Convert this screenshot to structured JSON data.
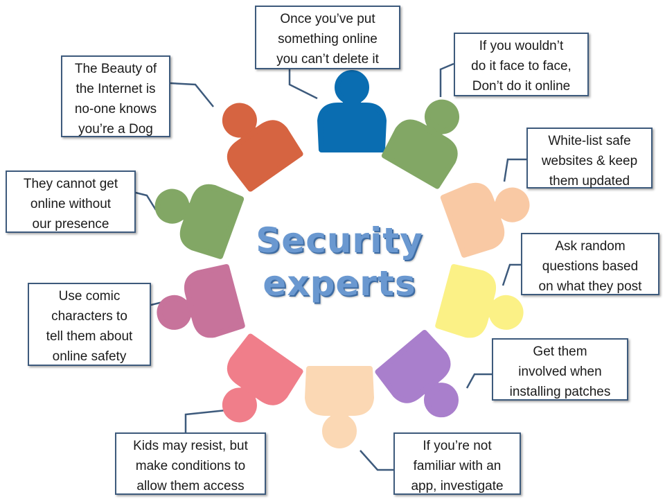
{
  "title": {
    "line1": "Security",
    "line2": "experts"
  },
  "colors": {
    "blue": "#0a6db1",
    "green": "#82a765",
    "peach": "#f9c9a4",
    "yellow": "#fbf186",
    "purple": "#a97fcc",
    "light_peach": "#fbd8b4",
    "pink": "#f07e8a",
    "magenta": "#c7739b",
    "orange": "#d66441",
    "callout_border": "#3d5a7c",
    "title_text": "#6a98d0"
  },
  "callouts": {
    "top": "Once you’ve put\nsomething online\nyou can’t delete it",
    "face_to_face": "If you wouldn’t\ndo it face to face,\nDon’t do it online",
    "whitelist": "White-list safe\nwebsites & keep\nthem updated",
    "random_questions": "Ask random\nquestions based\non what they post",
    "patches": "Get them\ninvolved when\ninstalling patches",
    "investigate": "If you’re not\nfamiliar with an\napp, investigate",
    "resist": "Kids may resist, but\nmake conditions to\nallow them access",
    "comic": "Use comic\ncharacters to\ntell them about\nonline safety",
    "presence": "They cannot get\nonline without\nour presence",
    "dog": "The Beauty of\nthe Internet is\nno-one knows\nyou’re a Dog"
  }
}
